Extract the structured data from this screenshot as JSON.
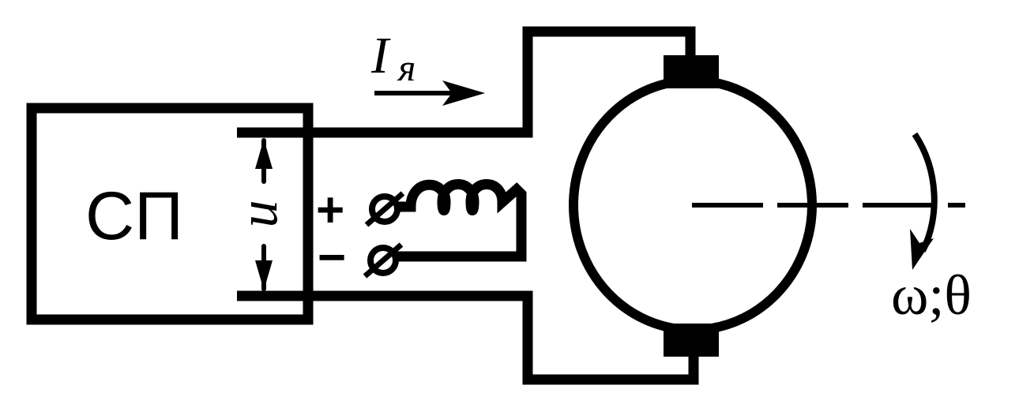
{
  "diagram": {
    "converter_label": "СП",
    "voltage_label": "u",
    "current_symbol": "I",
    "current_subscript": "я",
    "plus_label": "+",
    "minus_label": "−",
    "speed_angle_label": "ω;θ"
  }
}
